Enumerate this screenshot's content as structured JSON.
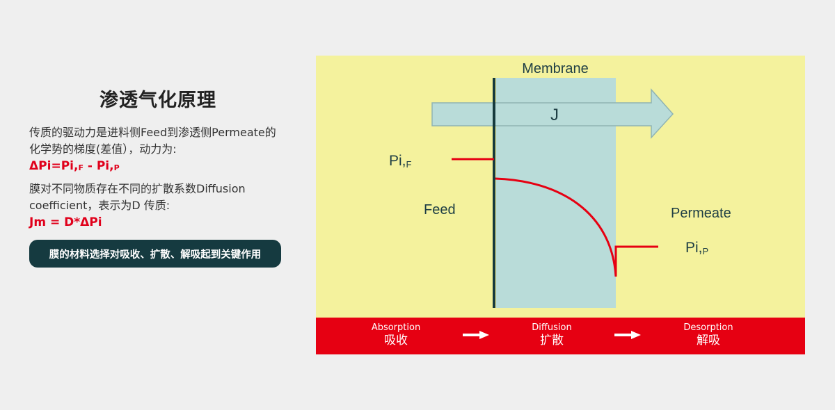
{
  "left": {
    "title": "渗透气化原理",
    "para1": "传质的驱动力是进料侧Feed到渗透侧Permeate的化学势的梯度(差值），动力为:",
    "formula1": {
      "a": "ΔPi=Pi,",
      "sub_a": "F",
      "b": " - Pi,",
      "sub_b": "P"
    },
    "para2": "膜对不同物质存在不同的扩散系数Diffusion coefficient，表示为D 传质:",
    "formula2": "Jm = D*ΔPi",
    "pill": "膜的材料选择对吸收、扩散、解吸起到关键作用"
  },
  "diagram": {
    "membrane_label": "Membrane",
    "flux_label": "J",
    "pi_feed": {
      "main": "Pi,",
      "sub": "F"
    },
    "pi_permeate": {
      "main": "Pi,",
      "sub": "P"
    },
    "feed_label": "Feed",
    "permeate_label": "Permeate",
    "stages": [
      {
        "en": "Absorption",
        "zh": "吸收"
      },
      {
        "en": "Diffusion",
        "zh": "扩散"
      },
      {
        "en": "Desorption",
        "zh": "解吸"
      }
    ],
    "colors": {
      "background": "#f4f29d",
      "membrane": "#b9dcd9",
      "curve": "#e60012",
      "bar": "#e60012"
    }
  }
}
